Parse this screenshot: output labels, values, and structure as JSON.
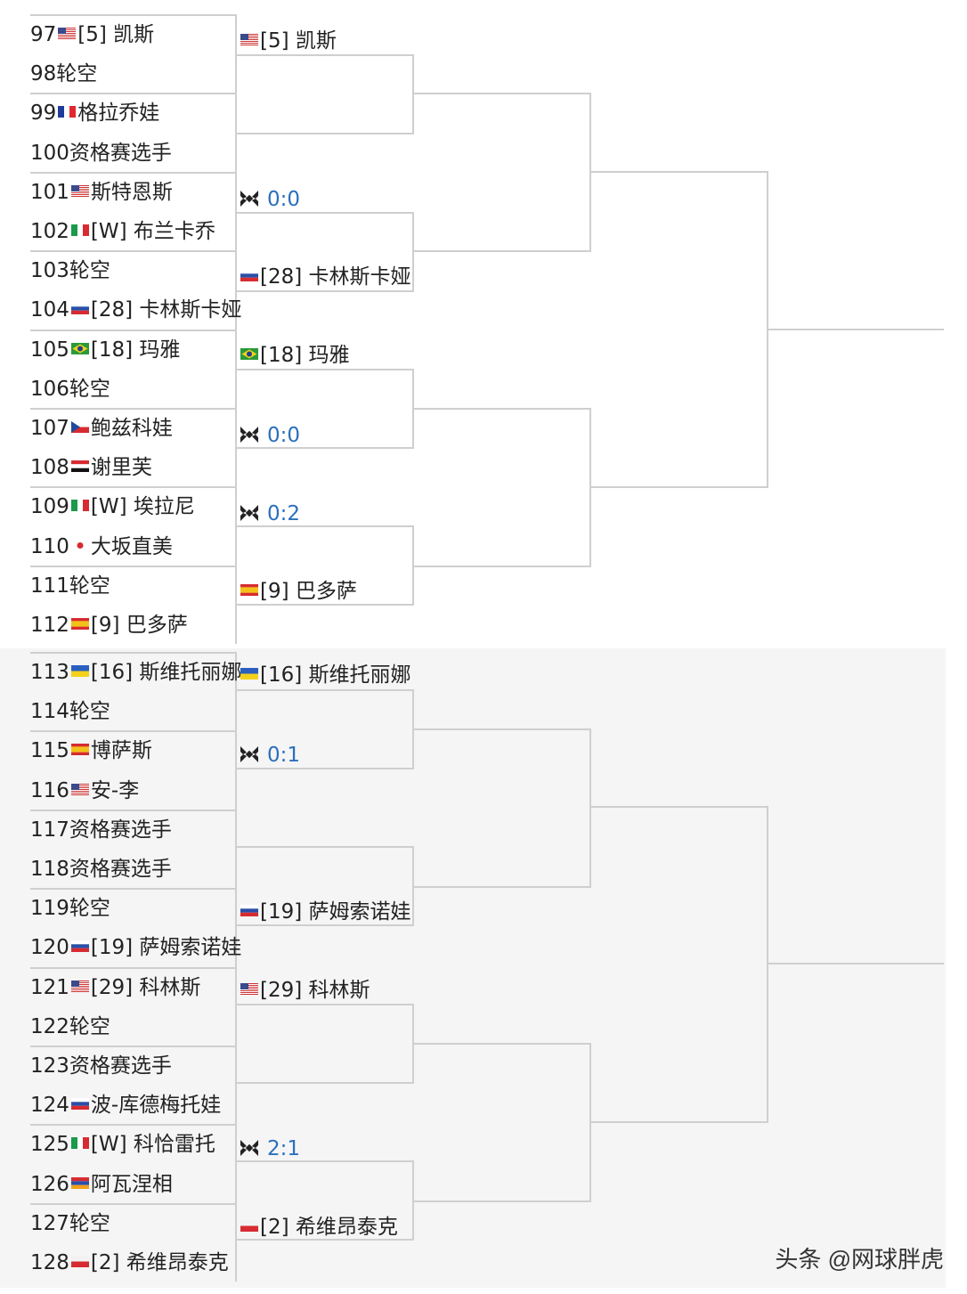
{
  "r1_top": [
    {
      "no": "97",
      "flag": "us",
      "name": "[5] 凯斯"
    },
    {
      "no": "98",
      "flag": "",
      "name": "轮空"
    },
    {
      "no": "99",
      "flag": "fr",
      "name": "格拉乔娃"
    },
    {
      "no": "100",
      "flag": "",
      "name": "资格赛选手"
    },
    {
      "no": "101",
      "flag": "us",
      "name": "斯特恩斯"
    },
    {
      "no": "102",
      "flag": "it",
      "name": "[W] 布兰卡乔"
    },
    {
      "no": "103",
      "flag": "",
      "name": "轮空"
    },
    {
      "no": "104",
      "flag": "ru",
      "name": "[28] 卡林斯卡娅"
    },
    {
      "no": "105",
      "flag": "br",
      "name": "[18] 玛雅"
    },
    {
      "no": "106",
      "flag": "",
      "name": "轮空"
    },
    {
      "no": "107",
      "flag": "cz",
      "name": "鲍兹科娃"
    },
    {
      "no": "108",
      "flag": "eg",
      "name": "谢里芙"
    },
    {
      "no": "109",
      "flag": "it",
      "name": "[W] 埃拉尼"
    },
    {
      "no": "110",
      "flag": "jp",
      "name": "大坂直美"
    },
    {
      "no": "111",
      "flag": "",
      "name": "轮空"
    },
    {
      "no": "112",
      "flag": "es",
      "name": "[9] 巴多萨"
    }
  ],
  "r1_bot": [
    {
      "no": "113",
      "flag": "ua",
      "name": "[16] 斯维托丽娜"
    },
    {
      "no": "114",
      "flag": "",
      "name": "轮空"
    },
    {
      "no": "115",
      "flag": "es",
      "name": "博萨斯"
    },
    {
      "no": "116",
      "flag": "us",
      "name": "安-李"
    },
    {
      "no": "117",
      "flag": "",
      "name": "资格赛选手"
    },
    {
      "no": "118",
      "flag": "",
      "name": "资格赛选手"
    },
    {
      "no": "119",
      "flag": "",
      "name": "轮空"
    },
    {
      "no": "120",
      "flag": "ru",
      "name": "[19] 萨姆索诺娃"
    },
    {
      "no": "121",
      "flag": "us",
      "name": "[29] 科林斯"
    },
    {
      "no": "122",
      "flag": "",
      "name": "轮空"
    },
    {
      "no": "123",
      "flag": "",
      "name": "资格赛选手"
    },
    {
      "no": "124",
      "flag": "ru",
      "name": "波-库德梅托娃"
    },
    {
      "no": "125",
      "flag": "it",
      "name": "[W] 科恰雷托"
    },
    {
      "no": "126",
      "flag": "am",
      "name": "阿瓦涅相"
    },
    {
      "no": "127",
      "flag": "",
      "name": "轮空"
    },
    {
      "no": "128",
      "flag": "pl",
      "name": "[2] 希维昂泰克"
    }
  ],
  "r2": [
    {
      "kind": "player",
      "flag": "us",
      "name": "[5] 凯斯"
    },
    {
      "kind": "score",
      "score": "0:0"
    },
    {
      "kind": "player",
      "flag": "ru",
      "name": "[28] 卡林斯卡娅"
    },
    {
      "kind": "player",
      "flag": "br",
      "name": "[18] 玛雅"
    },
    {
      "kind": "score",
      "score": "0:0"
    },
    {
      "kind": "score",
      "score": "0:2"
    },
    {
      "kind": "player",
      "flag": "es",
      "name": "[9] 巴多萨"
    },
    {
      "kind": "player",
      "flag": "ua",
      "name": "[16] 斯维托丽娜"
    },
    {
      "kind": "score",
      "score": "0:1"
    },
    {
      "kind": "player",
      "flag": "ru",
      "name": "[19] 萨姆索诺娃"
    },
    {
      "kind": "player",
      "flag": "us",
      "name": "[29] 科林斯"
    },
    {
      "kind": "score",
      "score": "2:1"
    },
    {
      "kind": "player",
      "flag": "pl",
      "name": "[2] 希维昂泰克"
    }
  ],
  "watermark": "头条 @网球胖虎",
  "colors": {
    "score": "#2a6fbd",
    "line": "#cfcfcf",
    "alt_bg": "#f5f5f5"
  },
  "icons": {
    "match": "versus-x-icon"
  }
}
